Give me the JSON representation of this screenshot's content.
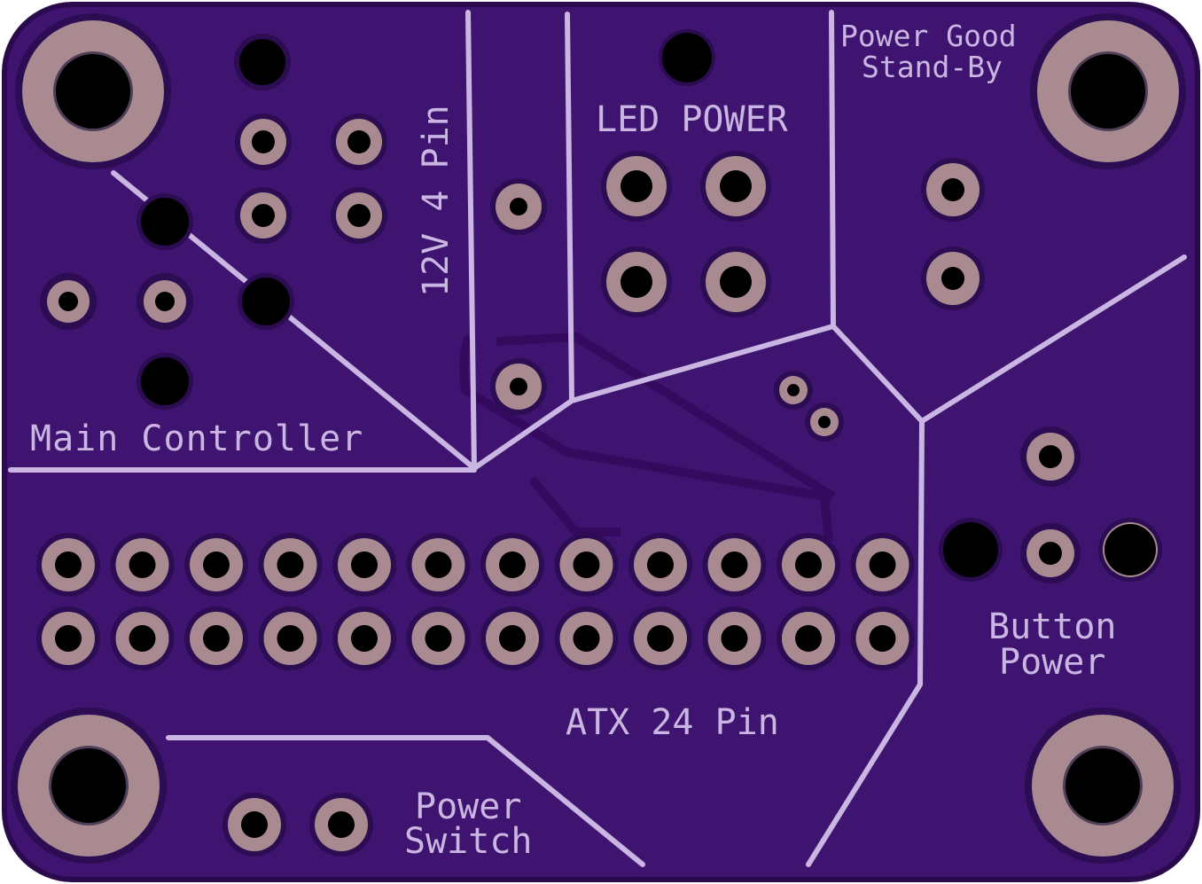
{
  "board": {
    "colors": {
      "outline": "#2a0a4c",
      "substrate": "#3f1470",
      "copper_pour": "#3a0f68",
      "trace": "#34095e",
      "silkscreen": "#c9b6e2",
      "pad_copper": "#a88a90",
      "drill": "#000000",
      "unplated_edge": "#4f3f56"
    },
    "labels": {
      "main_controller": "Main Controller",
      "pin_12v": "12V 4 Pin",
      "led_power": "LED POWER",
      "power_good": "Power Good",
      "stand_by": "Stand-By",
      "atx_24": "ATX 24 Pin",
      "button": "Button",
      "button_power": "Power",
      "power": "Power",
      "switch": "Switch"
    }
  }
}
